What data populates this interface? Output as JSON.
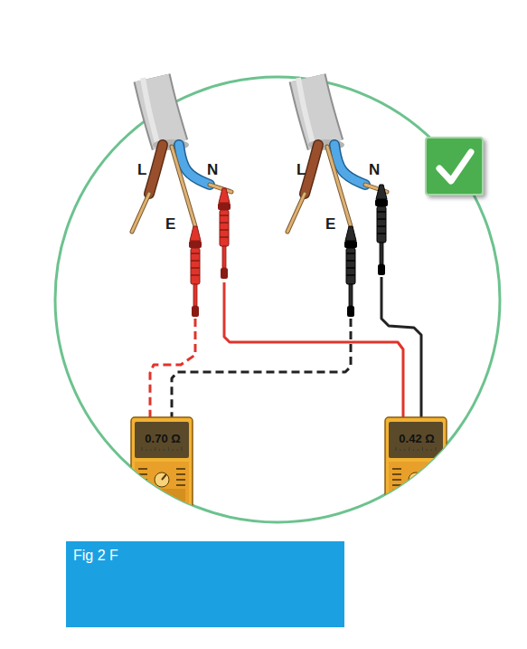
{
  "diagram": {
    "nodes": [
      {
        "text": [
          "0.70 Ω"
        ]
      },
      {
        "text": [
          "0.42 Ω"
        ]
      },
      {
        "text": [
          "Fig 2 F"
        ]
      }
    ],
    "labels": [
      "L",
      "N",
      "E",
      "L",
      "N",
      "E"
    ]
  }
}
